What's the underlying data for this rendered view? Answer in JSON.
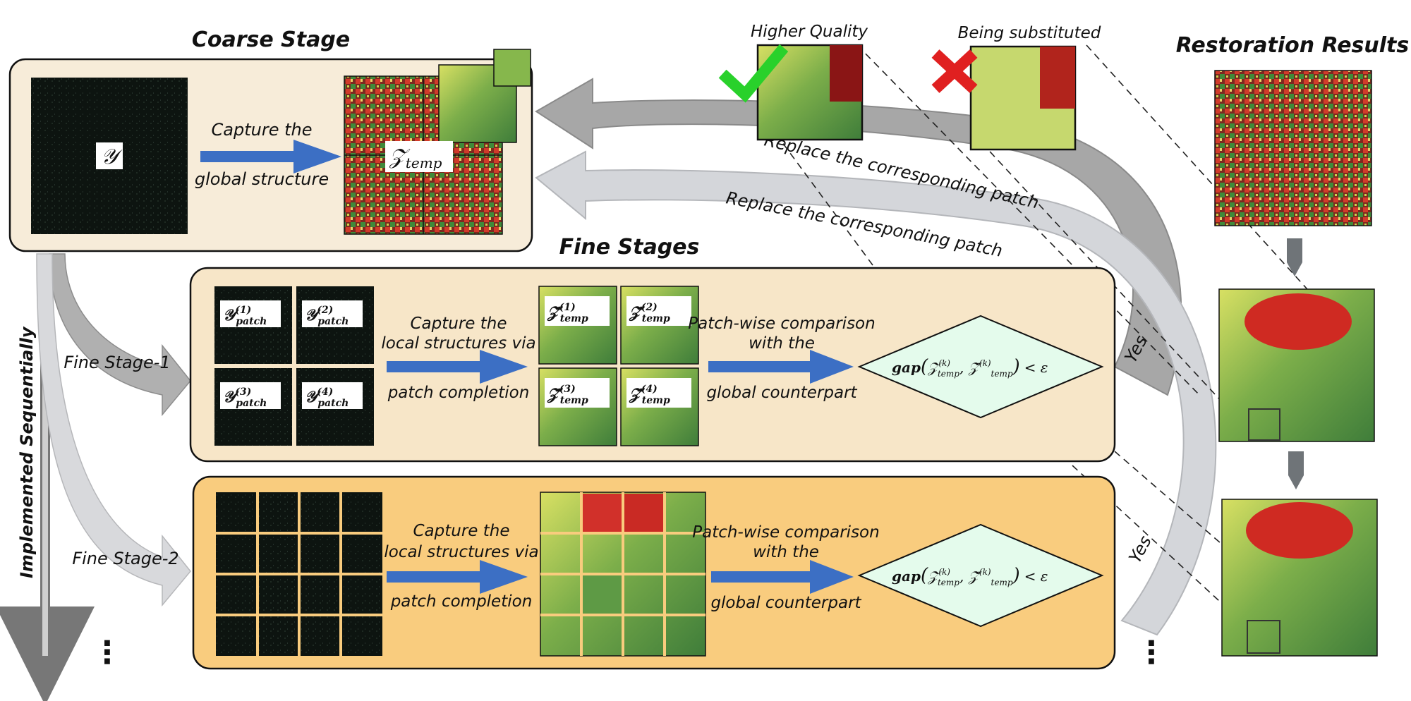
{
  "titles": {
    "coarse": "Coarse Stage",
    "fine": "Fine Stages",
    "results": "Restoration Results",
    "higher_quality": "Higher Quality",
    "being_substituted": "Being substituted"
  },
  "coarse": {
    "input_symbol": "𝒴",
    "arrow_label_line1": "Capture the",
    "arrow_label_line2": "global structure",
    "output_symbol": "𝒵",
    "output_sub": "temp"
  },
  "replace_label": "Replace the corresponding patch",
  "side_label": "Implemented Sequentially",
  "stage1": {
    "name": "Fine Stage-1",
    "patch_symbol": "𝒴",
    "patch_sub": "patch",
    "patch_indices": [
      "(1)",
      "(2)",
      "(3)",
      "(4)"
    ],
    "est_symbol": "𝒵̂",
    "est_sub": "temp",
    "capture_line1": "Capture the",
    "capture_line2": "local structures via",
    "capture_line3": "patch completion",
    "compare_line1": "Patch-wise comparison",
    "compare_line2": "with the",
    "compare_line3": "global counterpart",
    "yes": "Yes"
  },
  "stage2": {
    "name": "Fine Stage-2",
    "capture_line1": "Capture the",
    "capture_line2": "local structures via",
    "capture_line3": "patch completion",
    "compare_line1": "Patch-wise comparison",
    "compare_line2": "with the",
    "compare_line3": "global counterpart",
    "yes": "Yes"
  },
  "condition": {
    "gap": "gap",
    "z": "𝒵",
    "zsup": "(k)",
    "zsub": "temp",
    "zhat": "𝒵̂",
    "zhatsup": "(k)",
    "zhatsub": "temp",
    "lt": "< ε"
  },
  "ellipsis": "⋮",
  "colors": {
    "coarse_panel": "#f7ecd9",
    "fine1_panel": "#f7e6c8",
    "fine2_panel": "#f9cc7e",
    "arrow_blue": "#3c6fc4",
    "diamond": "#e4fbec",
    "gray_arrow_dark": "#a6a6a6",
    "gray_arrow_light": "#d3d5d9",
    "check_green": "#29d12b",
    "cross_red": "#e02020"
  }
}
